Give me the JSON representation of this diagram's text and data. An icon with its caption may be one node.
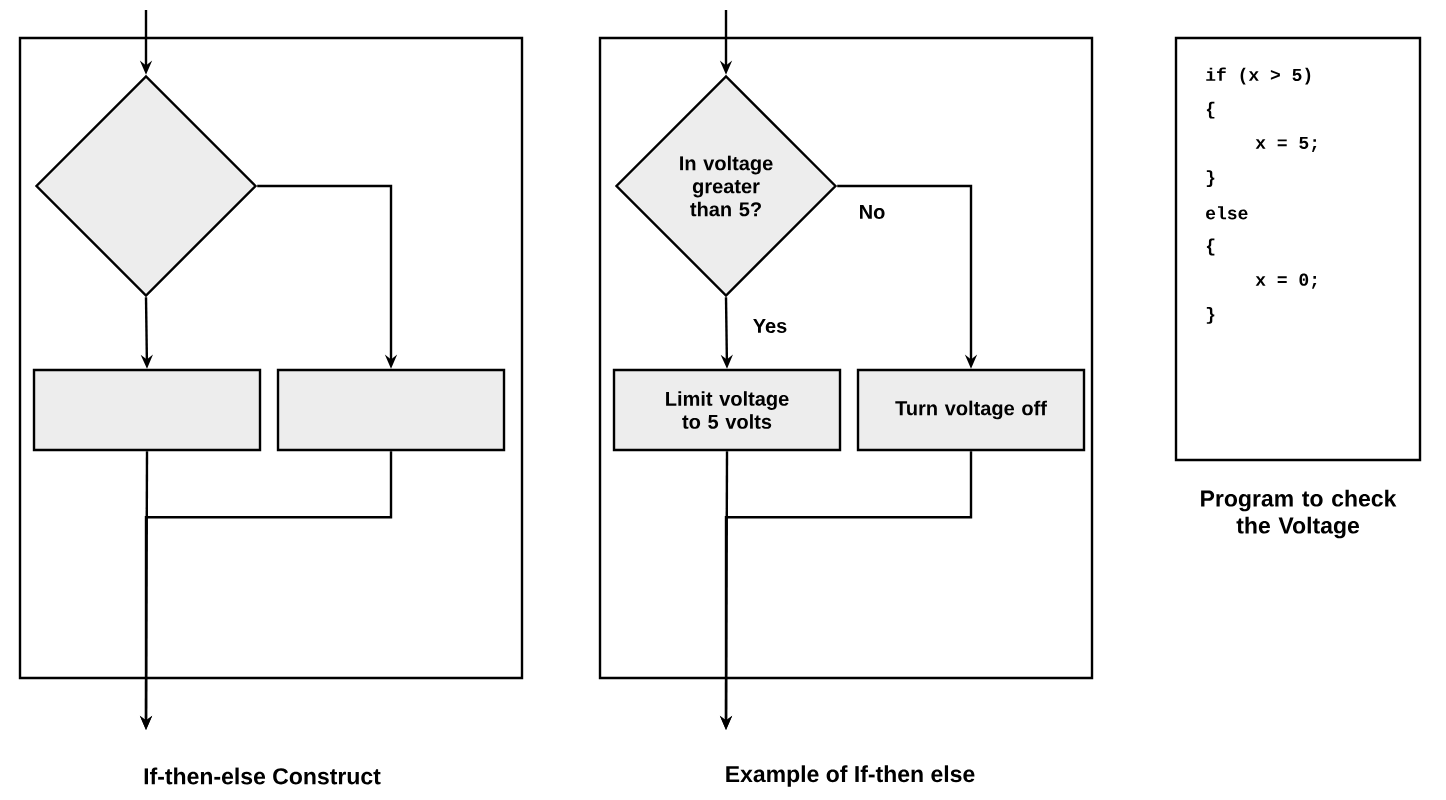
{
  "diagram": {
    "nodes": [
      {
        "text": [
          "If-then-else Construct"
        ]
      },
      {
        "text": [],
        "shape": "diamond",
        "in": 0
      },
      {
        "text": [],
        "shape": "box",
        "in": 0
      },
      {
        "text": [],
        "shape": "box",
        "in": 0
      },
      {
        "text": [
          "Example of If-then else"
        ]
      },
      {
        "text": [
          "In voltage greater than 5?"
        ],
        "in": 4
      },
      {
        "text": [
          "Limit voltage to 5 volts"
        ],
        "in": 4
      },
      {
        "text": [
          "Turn voltage off"
        ],
        "in": 4
      },
      {
        "text": [
          "if (x > 5)",
          "{",
          "x = 5;",
          "}",
          "else",
          "{",
          "x = 0;",
          "}",
          "Program to check the Voltage"
        ]
      }
    ],
    "edges": [
      {
        "from": null,
        "to": 1,
        "arrow": "to"
      },
      {
        "from": 1,
        "to": 2,
        "arrow": "to"
      },
      {
        "from": 1,
        "to": 3,
        "arrow": "to"
      },
      {
        "from": 2,
        "to": null,
        "arrow": "to"
      },
      {
        "from": 3,
        "to": null,
        "arrow": "to"
      },
      {
        "from": null,
        "to": 5,
        "arrow": "to"
      },
      {
        "from": 5,
        "to": 6,
        "arrow": "to",
        "label": "Yes"
      },
      {
        "from": 5,
        "to": 7,
        "arrow": "to",
        "label": "No"
      },
      {
        "from": 6,
        "to": null,
        "arrow": "to"
      },
      {
        "from": 7,
        "to": null,
        "arrow": "to"
      }
    ]
  }
}
